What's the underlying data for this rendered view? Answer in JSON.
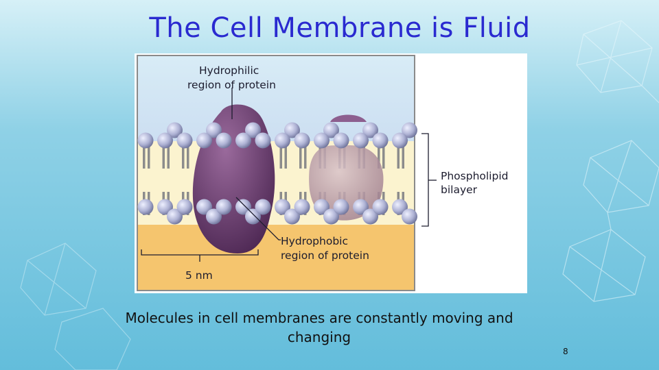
{
  "slide": {
    "title": "The Cell Membrane is Fluid",
    "caption": "Molecules in cell membranes are constantly moving and changing",
    "page_number": "8"
  },
  "diagram": {
    "labels": {
      "hydrophilic_line1": "Hydrophilic",
      "hydrophilic_line2": "region of protein",
      "phospholipid_line1": "Phospholipid",
      "phospholipid_line2": "bilayer",
      "hydrophobic_line1": "Hydrophobic",
      "hydrophobic_line2": "region of protein",
      "scale": "5 nm"
    },
    "colors": {
      "extracellular": "#c9dbf0",
      "tails": "#fbf3cf",
      "cytoplasm": "#f5c56e",
      "phospholipid_head": "#aeb2d4",
      "protein_dark": "#6e3f73",
      "protein_light": "#b99aa8",
      "title": "#2a2ad0"
    }
  }
}
